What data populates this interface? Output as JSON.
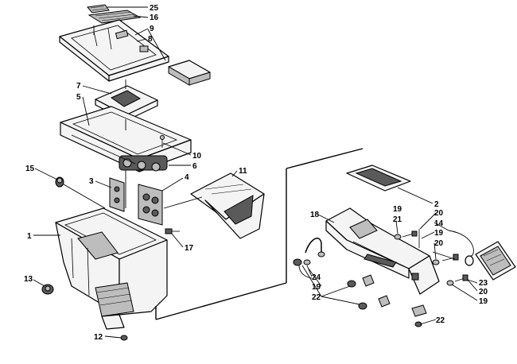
{
  "callouts": [
    "25",
    "16",
    "9",
    "8",
    "7",
    "5",
    "10",
    "6",
    "15",
    "3",
    "4",
    "11",
    "1",
    "17",
    "13",
    "12",
    "2",
    "18",
    "19",
    "21",
    "20",
    "14",
    "19",
    "20",
    "24",
    "19",
    "22",
    "23",
    "20",
    "19",
    "22"
  ]
}
